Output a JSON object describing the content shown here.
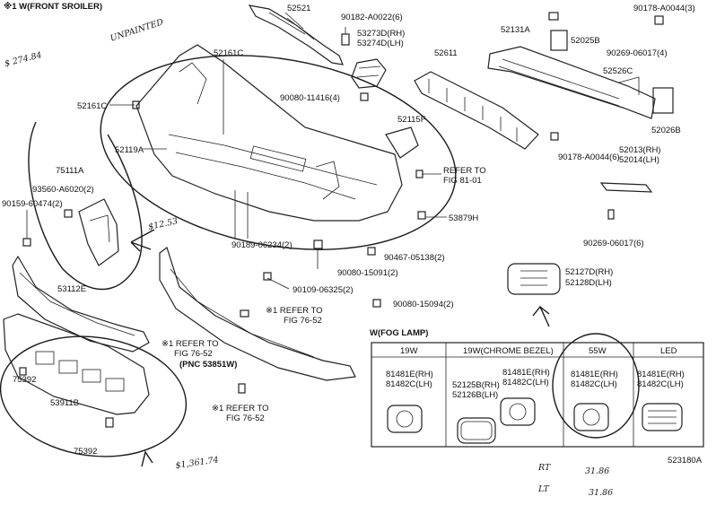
{
  "diagram": {
    "header_note": "※1 W(FRONT SROILER)",
    "diagram_code": "523180A",
    "part_labels": [
      {
        "id": "p52521",
        "text": "52521"
      },
      {
        "id": "p90182",
        "text": "90182-A0022(6)"
      },
      {
        "id": "p53273d",
        "text": "53273D(RH)"
      },
      {
        "id": "p53274d",
        "text": "53274D(LH)"
      },
      {
        "id": "p52611",
        "text": "52611"
      },
      {
        "id": "p52131a",
        "text": "52131A"
      },
      {
        "id": "p52025b",
        "text": "52025B"
      },
      {
        "id": "p90178a",
        "text": "90178-A0044(3)"
      },
      {
        "id": "p90269a",
        "text": "90269-06017(4)"
      },
      {
        "id": "p52526c",
        "text": "52526C"
      },
      {
        "id": "p52026b",
        "text": "52026B"
      },
      {
        "id": "p52161c_top",
        "text": "52161C"
      },
      {
        "id": "p52161c_left",
        "text": "52161C"
      },
      {
        "id": "p90080_11416",
        "text": "90080-11416(4)"
      },
      {
        "id": "p52115f",
        "text": "52115F"
      },
      {
        "id": "p52119a",
        "text": "52119A"
      },
      {
        "id": "p90178b",
        "text": "90178-A0044(6)"
      },
      {
        "id": "p52013",
        "text": "52013(RH)"
      },
      {
        "id": "p52014",
        "text": "52014(LH)"
      },
      {
        "id": "p75111a",
        "text": "75111A"
      },
      {
        "id": "p93560",
        "text": "93560-A6020(2)"
      },
      {
        "id": "p90159",
        "text": "90159-60474(2)"
      },
      {
        "id": "p53879h",
        "text": "53879H"
      },
      {
        "id": "p90189",
        "text": "90189-06234(2)"
      },
      {
        "id": "p90467",
        "text": "90467-05138(2)"
      },
      {
        "id": "p90269b",
        "text": "90269-06017(6)"
      },
      {
        "id": "p90080_15091",
        "text": "90080-15091(2)"
      },
      {
        "id": "p53112e",
        "text": "53112E"
      },
      {
        "id": "p90109",
        "text": "90109-06325(2)"
      },
      {
        "id": "p90080_15094",
        "text": "90080-15094(2)"
      },
      {
        "id": "p52127d",
        "text": "52127D(RH)"
      },
      {
        "id": "p52128d",
        "text": "52128D(LH)"
      },
      {
        "id": "p75392a",
        "text": "75392"
      },
      {
        "id": "p53911b",
        "text": "53911B"
      },
      {
        "id": "p75392b",
        "text": "75392"
      }
    ],
    "refer_notes": [
      {
        "id": "r8101_a",
        "text": "REFER TO"
      },
      {
        "id": "r8101_b",
        "text": "FIG 81-01"
      },
      {
        "id": "r7652a_a",
        "text": "※1 REFER TO"
      },
      {
        "id": "r7652a_b",
        "text": "FIG 76-52"
      },
      {
        "id": "r7652b_a",
        "text": "※1 REFER TO"
      },
      {
        "id": "r7652b_b",
        "text": "FIG 76-52"
      },
      {
        "id": "r7652b_c",
        "text": "(PNC 53851W)"
      },
      {
        "id": "r7652c_a",
        "text": "※1 REFER TO"
      },
      {
        "id": "r7652c_b",
        "text": "FIG 76-52"
      }
    ],
    "fog_lamp": {
      "title": "W(FOG LAMP)",
      "columns": [
        {
          "header": "19W",
          "parts": []
        },
        {
          "header": "19W(CHROME BEZEL)",
          "parts": [
            "52125B(RH)",
            "52126B(LH)",
            "81481E(RH)",
            "81482C(LH)"
          ]
        },
        {
          "header": "55W",
          "parts": [
            "81481E(RH)",
            "81482C(LH)"
          ]
        },
        {
          "header": "LED",
          "parts": [
            "81481E(RH)",
            "81482C(LH)"
          ]
        }
      ],
      "col1_parts": [
        "81481E(RH)",
        "81482C(LH)"
      ]
    },
    "handwritten": {
      "price_bumper": "$ 274.84",
      "unpainted": "UNPAINTED",
      "price_bracket": "$12.53",
      "price_spoiler": "$1,361.74",
      "rt_label": "RT",
      "lt_label": "LT",
      "rt_price": "31.86",
      "lt_price": "31.86"
    }
  }
}
